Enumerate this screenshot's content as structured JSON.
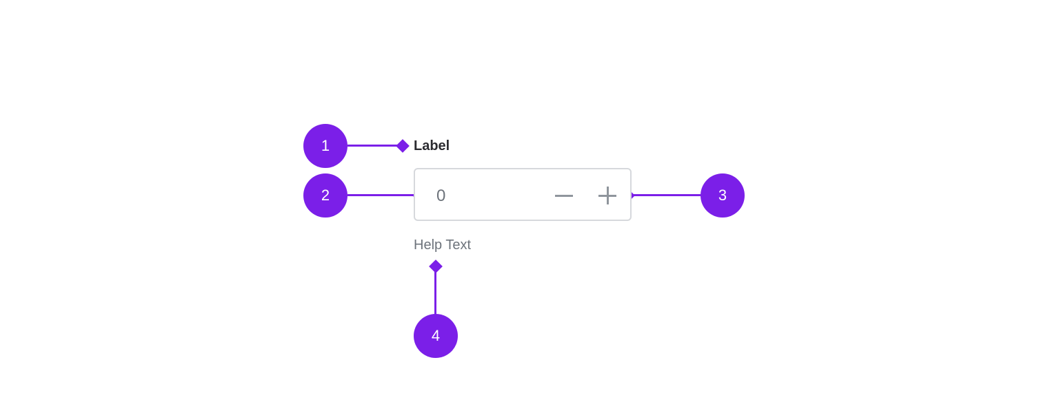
{
  "component": {
    "label": "Label",
    "value": "0",
    "decrement_icon": "minus-icon",
    "increment_icon": "plus-icon",
    "help_text": "Help Text"
  },
  "callouts": [
    {
      "number": "1",
      "target": "label"
    },
    {
      "number": "2",
      "target": "input-value"
    },
    {
      "number": "3",
      "target": "stepper-buttons"
    },
    {
      "number": "4",
      "target": "help-text"
    }
  ],
  "colors": {
    "accent": "#7b1fe8",
    "label_text": "#2b2b30",
    "muted_text": "#6d737b",
    "border": "#d6d8dc",
    "icon": "#8f959c"
  }
}
